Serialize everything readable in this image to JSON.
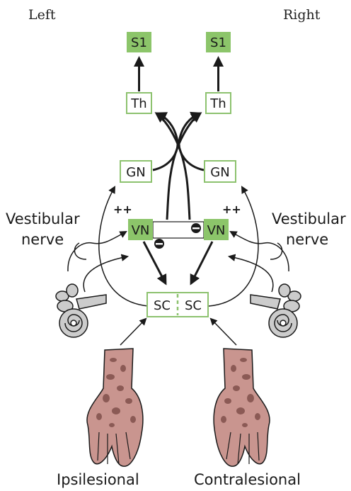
{
  "sides": {
    "left": "Left",
    "right": "Right"
  },
  "nodes": {
    "s1": "S1",
    "th": "Th",
    "gn": "GN",
    "vn": "VN",
    "sc": "SC"
  },
  "annotations": {
    "excitatory": "++",
    "vestibular_nerve": [
      "Vestibular",
      "nerve"
    ]
  },
  "bottom_labels": {
    "left": "Ipsilesional",
    "right": "Contralesional"
  },
  "colors": {
    "node_border": "#8dc26f",
    "node_fill_filled": "#8cc56a",
    "stroke": "#1a1a1a",
    "skin": "#c9958f",
    "skin_spots": "#8b5a55",
    "ear": "#cccccc"
  }
}
